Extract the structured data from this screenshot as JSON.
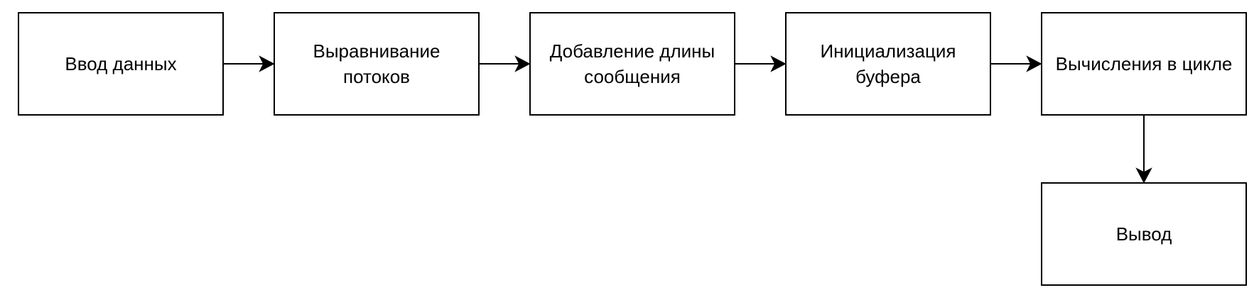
{
  "diagram": {
    "nodes": [
      {
        "id": "input",
        "label": "Ввод данных"
      },
      {
        "id": "align",
        "label": "Выравнивание\nпотоков"
      },
      {
        "id": "length",
        "label": "Добавление длины\nсообщения"
      },
      {
        "id": "buffer",
        "label": "Инициализация\nбуфера"
      },
      {
        "id": "loop",
        "label": "Вычисления в цикле"
      },
      {
        "id": "output",
        "label": "Вывод"
      }
    ],
    "edges": [
      {
        "from": "input",
        "to": "align"
      },
      {
        "from": "align",
        "to": "length"
      },
      {
        "from": "length",
        "to": "buffer"
      },
      {
        "from": "buffer",
        "to": "loop"
      },
      {
        "from": "loop",
        "to": "output"
      }
    ],
    "colors": {
      "stroke": "#000000",
      "fill": "#ffffff",
      "text": "#000000"
    }
  }
}
